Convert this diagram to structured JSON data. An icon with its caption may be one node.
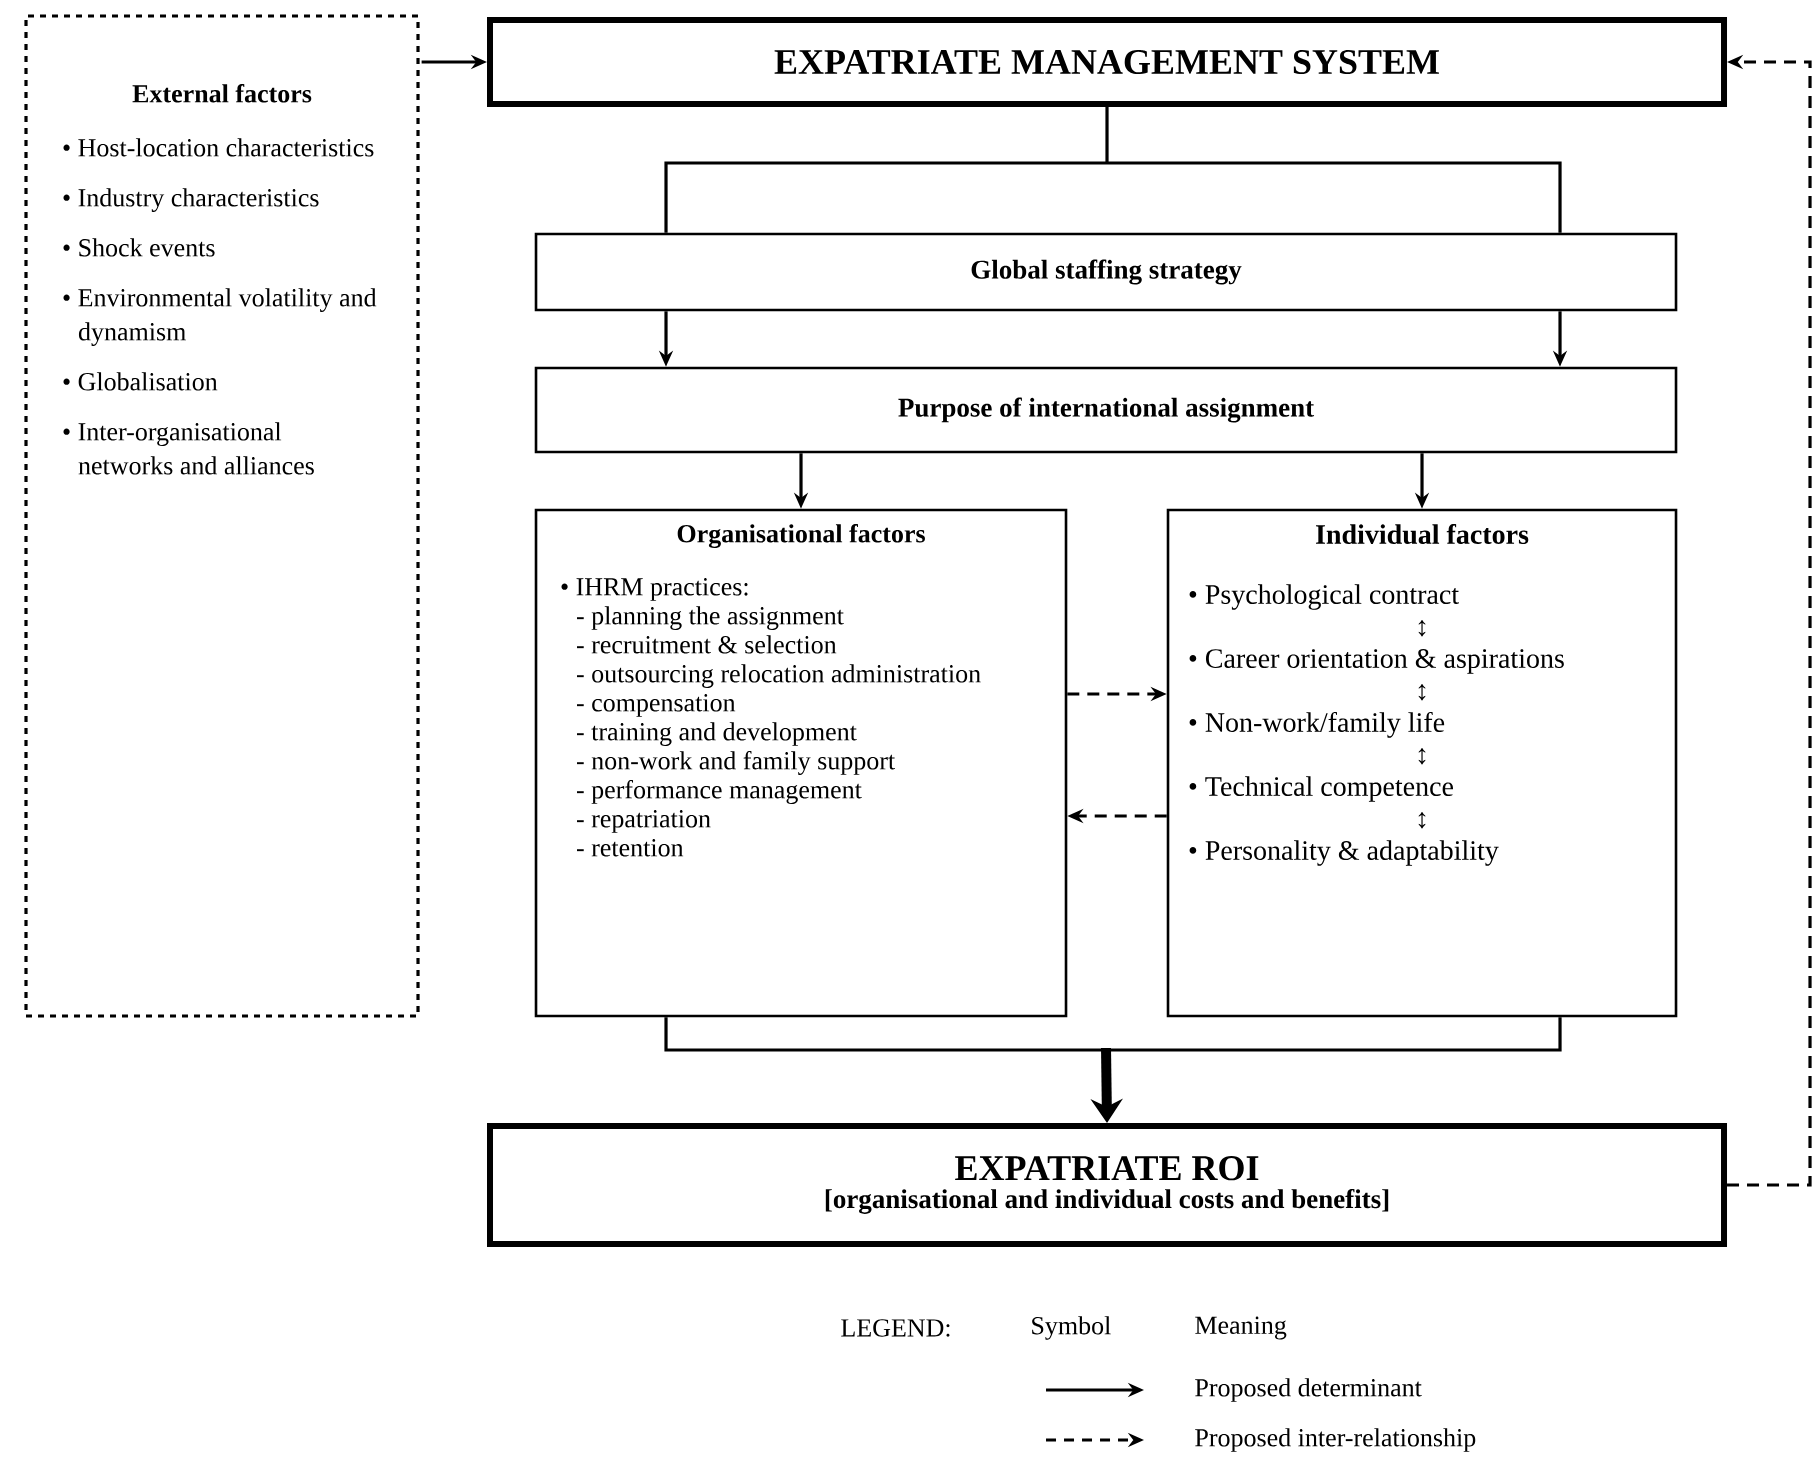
{
  "diagram": {
    "nodes": [
      {
        "text": [
          "External factors",
          "• Host-location characteristics",
          "• Industry characteristics",
          "• Shock events",
          "• Environmental volatility and dynamism",
          "• Globalisation",
          "• Inter-organisational networks and alliances"
        ]
      },
      {
        "text": [
          "EXPATRIATE MANAGEMENT SYSTEM"
        ]
      },
      {
        "text": [
          "Global staffing strategy"
        ]
      },
      {
        "text": [
          "Purpose of international assignment"
        ]
      },
      {
        "text": [
          "Organisational factors",
          "• IHRM practices:",
          "- planning the assignment",
          "- recruitment & selection",
          "- outsourcing relocation administration",
          "- compensation",
          "- training and development",
          "- non-work and family support",
          "- performance management",
          "- repatriation",
          "- retention"
        ]
      },
      {
        "text": [
          "Individual factors",
          "• Psychological contract",
          "↕",
          "• Career orientation & aspirations",
          "↕",
          "• Non-work/family life",
          "↕",
          "• Technical competence",
          "↕",
          "• Personality & adaptability"
        ]
      },
      {
        "text": [
          "EXPATRIATE ROI",
          "[organisational and individual costs and benefits]"
        ]
      }
    ],
    "edges": [
      {
        "from": 0,
        "to": 1,
        "arrow": "to"
      },
      {
        "from": 1,
        "to": 2,
        "arrow": "none"
      },
      {
        "from": 2,
        "to": 3,
        "arrow": "to"
      },
      {
        "from": 2,
        "to": 3,
        "arrow": "to"
      },
      {
        "from": 3,
        "to": 4,
        "arrow": "to"
      },
      {
        "from": 3,
        "to": 5,
        "arrow": "to"
      },
      {
        "from": 4,
        "to": 5,
        "arrow": "to",
        "style": "dashed"
      },
      {
        "from": 5,
        "to": 4,
        "arrow": "to",
        "style": "dashed"
      },
      {
        "from": 4,
        "to": 6,
        "arrow": "to"
      },
      {
        "from": 5,
        "to": 6,
        "arrow": "to"
      },
      {
        "from": 6,
        "to": 1,
        "arrow": "to",
        "style": "dashed"
      }
    ],
    "labels": [
      "LEGEND:",
      "Symbol",
      "Meaning"
    ],
    "legend": [
      {
        "text": "Proposed determinant"
      },
      {
        "text": "Proposed inter-relationship"
      }
    ]
  }
}
